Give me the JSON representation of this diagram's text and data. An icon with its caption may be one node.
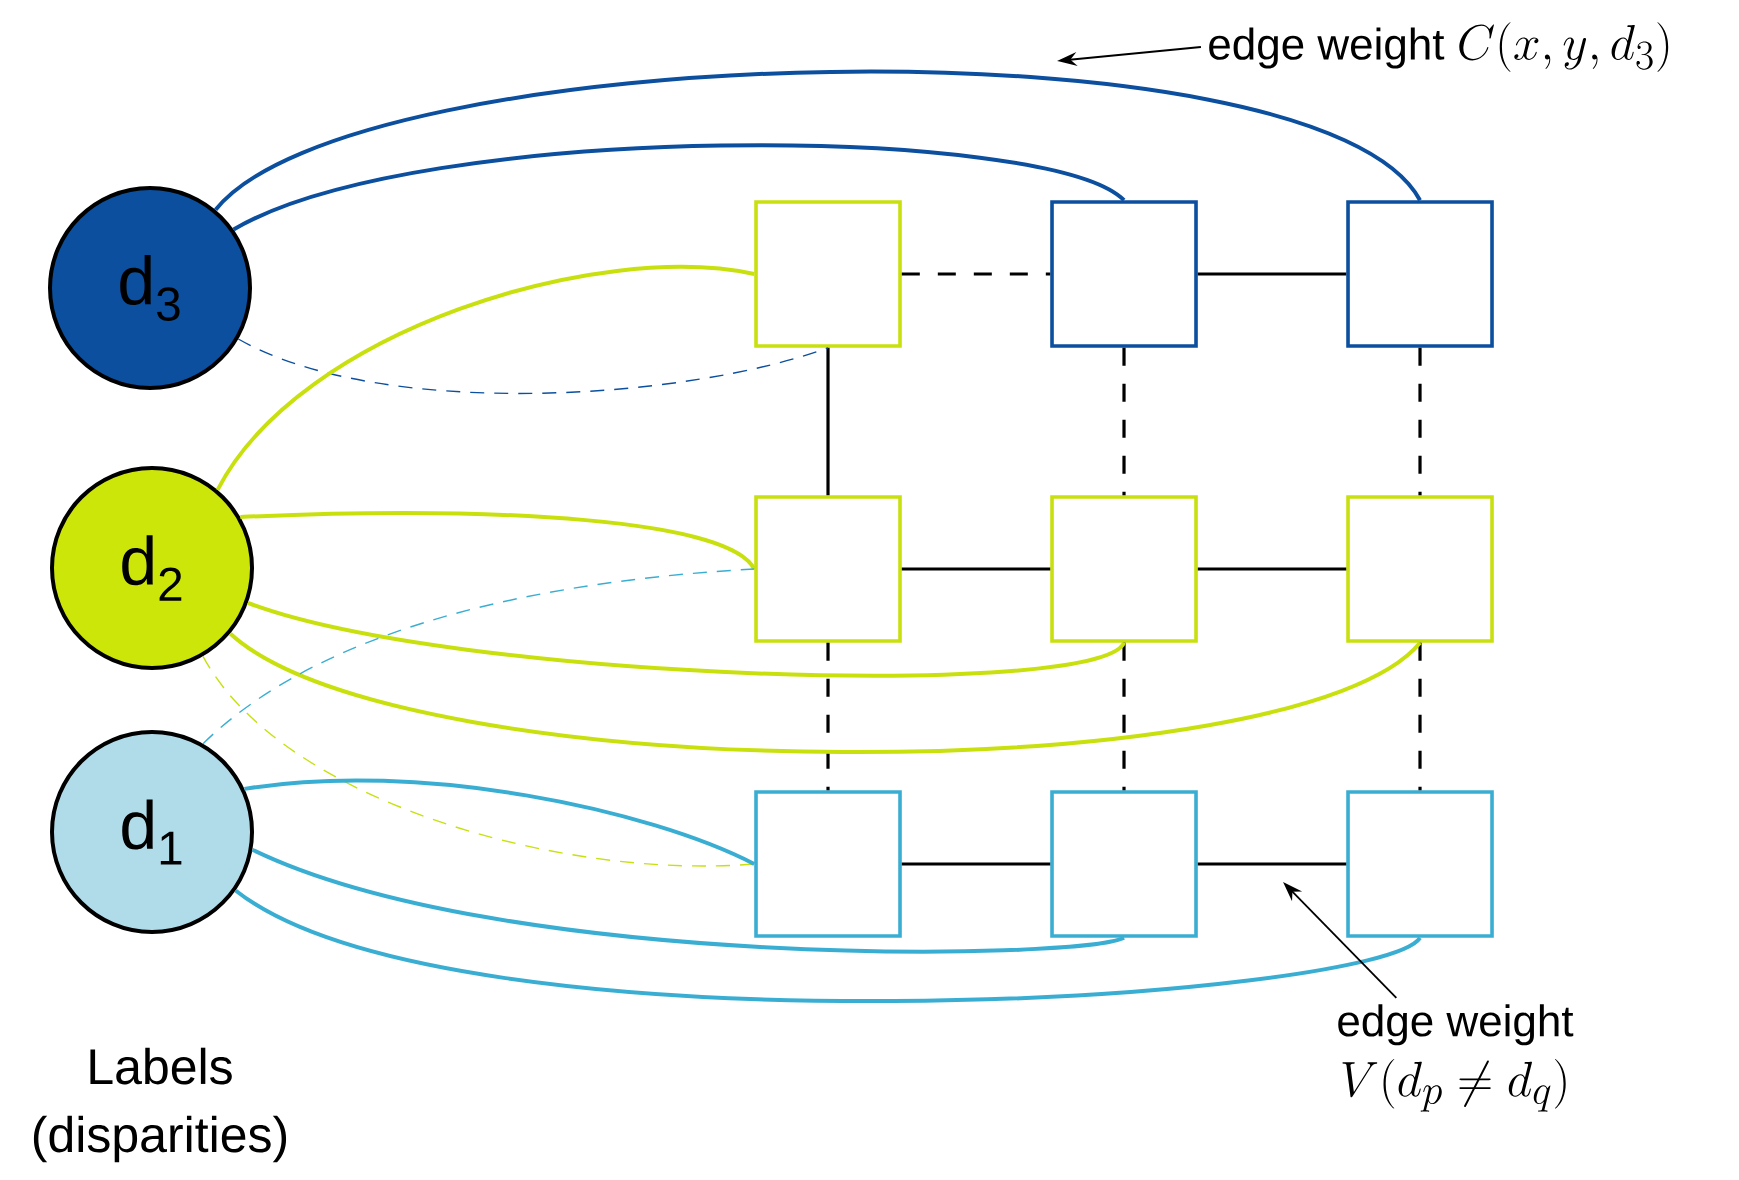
{
  "diagram": {
    "nodes": [
      {
        "text": [
          "d$_{3}$"
        ]
      },
      {
        "text": [
          "d$_{2}$"
        ]
      },
      {
        "text": [
          "d$_{1}$"
        ]
      },
      {
        "text": [],
        "shape": "box"
      },
      {
        "text": [],
        "shape": "box"
      },
      {
        "text": [],
        "shape": "box"
      },
      {
        "text": [],
        "shape": "box"
      },
      {
        "text": [],
        "shape": "box"
      },
      {
        "text": [],
        "shape": "box"
      },
      {
        "text": [],
        "shape": "box"
      },
      {
        "text": [],
        "shape": "box"
      },
      {
        "text": [],
        "shape": "box"
      },
      {
        "text": [
          "edge weight",
          "C(x, y, d_3)"
        ]
      },
      {
        "text": [
          "edge weight",
          "V(d_p \\neq d_q)"
        ]
      }
    ],
    "edges": [
      {
        "from": 3,
        "to": 4,
        "arrow": "none",
        "style": "dashed"
      },
      {
        "from": 4,
        "to": 5,
        "arrow": "none"
      },
      {
        "from": 3,
        "to": 6,
        "arrow": "none"
      },
      {
        "from": 4,
        "to": 7,
        "arrow": "none",
        "style": "dashed"
      },
      {
        "from": 5,
        "to": 8,
        "arrow": "none",
        "style": "dashed"
      },
      {
        "from": 6,
        "to": 7,
        "arrow": "none"
      },
      {
        "from": 7,
        "to": 8,
        "arrow": "none"
      },
      {
        "from": 6,
        "to": 9,
        "arrow": "none",
        "style": "dashed"
      },
      {
        "from": 7,
        "to": 10,
        "arrow": "none",
        "style": "dashed"
      },
      {
        "from": 8,
        "to": 11,
        "arrow": "none",
        "style": "dashed"
      },
      {
        "from": 9,
        "to": 10,
        "arrow": "none"
      },
      {
        "from": 10,
        "to": 11,
        "arrow": "none"
      },
      {
        "from": 0,
        "to": 5,
        "arrow": "none",
        "color": "#0b4f9e"
      },
      {
        "from": 0,
        "to": 4,
        "arrow": "none",
        "color": "#0b4f9e"
      },
      {
        "from": 0,
        "to": 3,
        "arrow": "none",
        "style": "dashed",
        "color": "#0b4f9e"
      },
      {
        "from": 1,
        "to": 3,
        "arrow": "none",
        "color": "#c8e00e"
      },
      {
        "from": 1,
        "to": 6,
        "arrow": "none",
        "color": "#c8e00e"
      },
      {
        "from": 1,
        "to": 7,
        "arrow": "none",
        "color": "#c8e00e"
      },
      {
        "from": 1,
        "to": 8,
        "arrow": "none",
        "color": "#c8e00e"
      },
      {
        "from": 1,
        "to": 9,
        "arrow": "none",
        "style": "dashed",
        "color": "#c8e00e"
      },
      {
        "from": 2,
        "to": 6,
        "arrow": "none",
        "style": "dashed",
        "color": "#3aaed2"
      },
      {
        "from": 2,
        "to": 9,
        "arrow": "none",
        "color": "#3aaed2"
      },
      {
        "from": 2,
        "to": 10,
        "arrow": "none",
        "color": "#3aaed2"
      },
      {
        "from": 2,
        "to": 11,
        "arrow": "none",
        "color": "#3aaed2"
      },
      {
        "from": 12,
        "to": null,
        "arrow": "to"
      },
      {
        "from": 13,
        "to": null,
        "arrow": "to"
      }
    ],
    "labels": [
      "Labels (disparities)"
    ]
  }
}
